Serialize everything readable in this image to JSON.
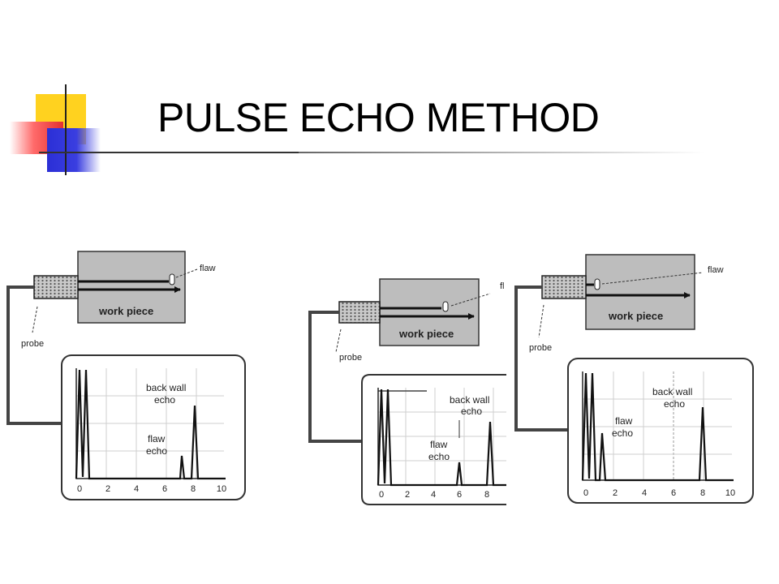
{
  "slide": {
    "title": "PULSE ECHO METHOD"
  },
  "panels": [
    {
      "flaw_label": "flaw",
      "work_label": "work piece",
      "probe_label": "probe",
      "back_wall_line1": "back wall",
      "back_wall_line2": "echo",
      "flaw_echo_line1": "flaw",
      "flaw_echo_line2": "echo",
      "ticks": [
        "0",
        "2",
        "4",
        "6",
        "8",
        "10"
      ]
    },
    {
      "flaw_label": "fl",
      "work_label": "work piece",
      "probe_label": "probe",
      "back_wall_line1": "back wall",
      "back_wall_line2": "echo",
      "flaw_echo_line1": "flaw",
      "flaw_echo_line2": "echo",
      "ticks": [
        "0",
        "2",
        "4",
        "6",
        "8"
      ]
    },
    {
      "flaw_label": "flaw",
      "work_label": "work piece",
      "probe_label": "probe",
      "back_wall_line1": "back wall",
      "back_wall_line2": "echo",
      "flaw_echo_line1": "flaw",
      "flaw_echo_line2": "echo",
      "ticks": [
        "0",
        "2",
        "4",
        "6",
        "8",
        "10"
      ]
    }
  ]
}
